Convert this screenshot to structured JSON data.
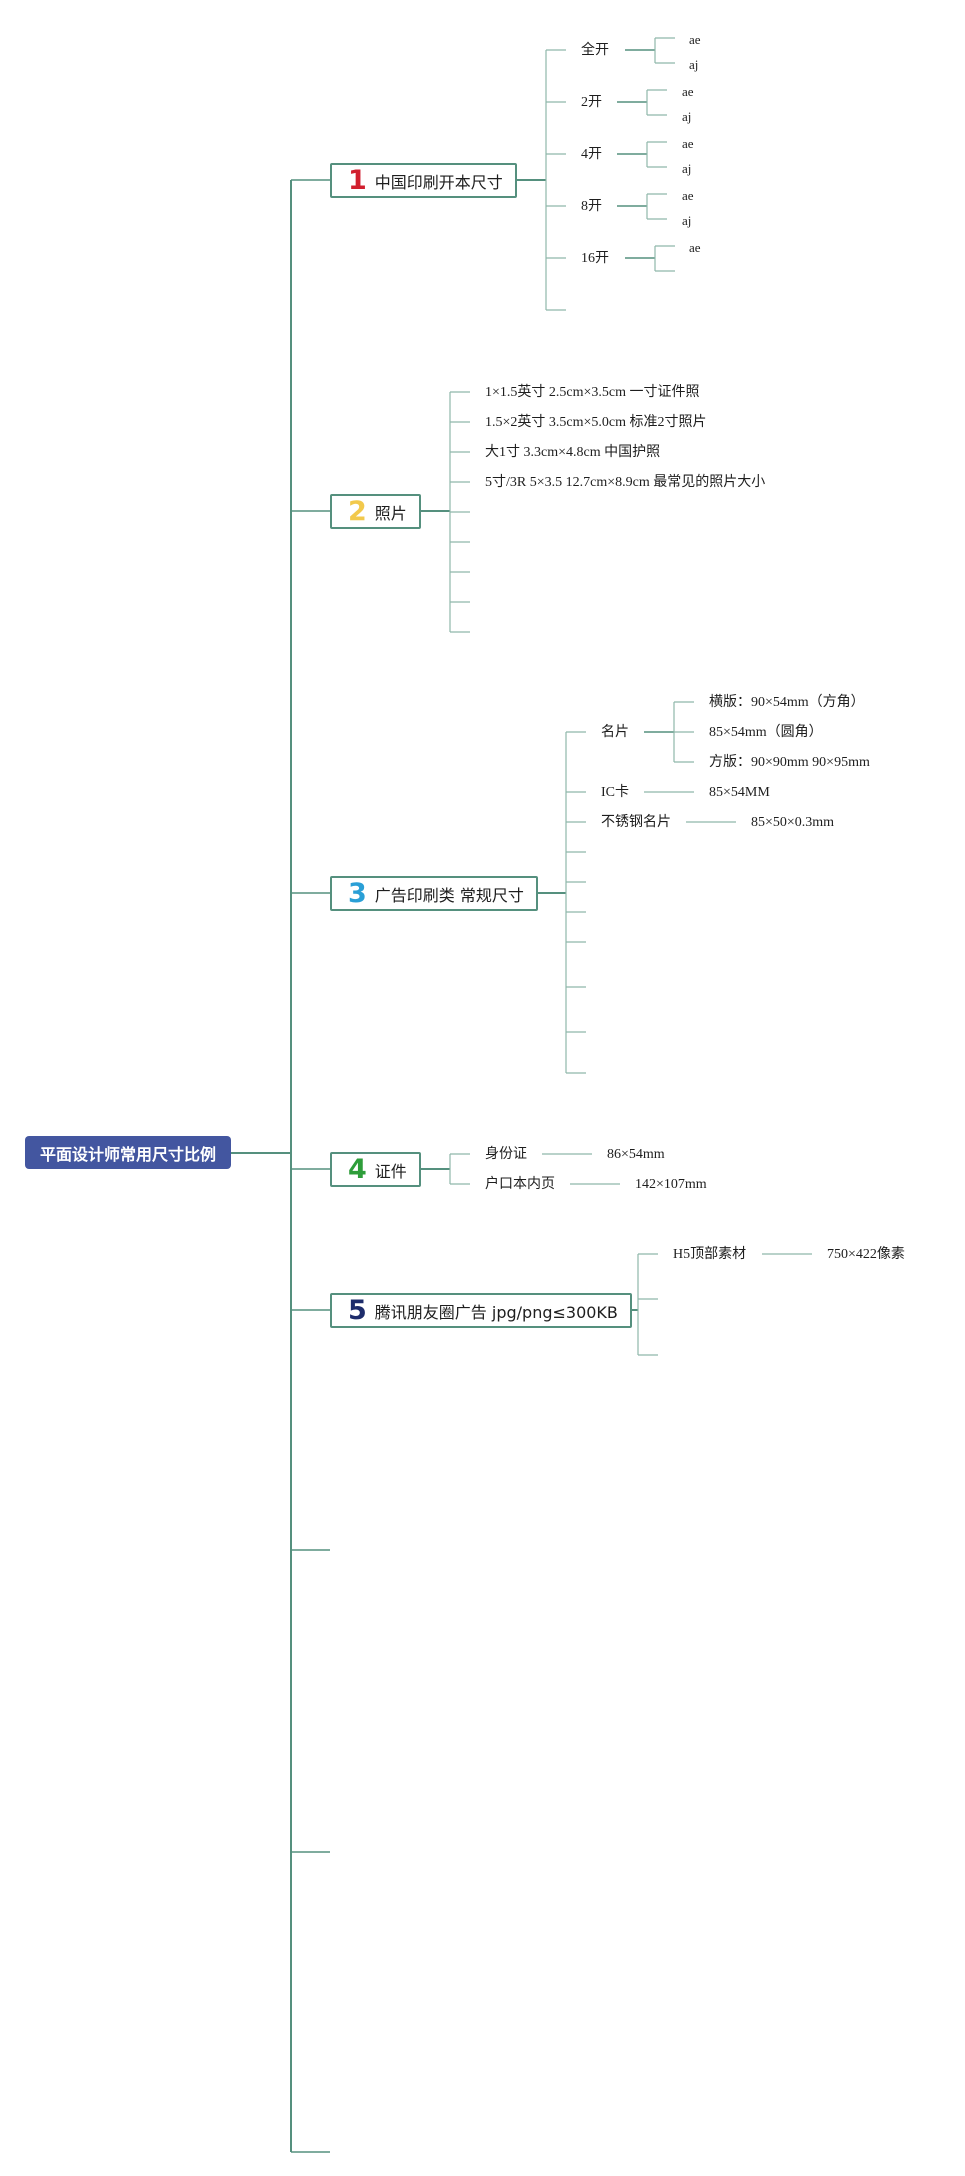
{
  "root": {
    "label": "平面设计师常用尺寸比例"
  },
  "branches": [
    {
      "number": "1",
      "number_color": "#d11f2e",
      "label": "中国印刷开本尺寸",
      "items": [
        {
          "label": "全开",
          "children": [
            "ae",
            "aj"
          ]
        },
        {
          "label": "2开",
          "children": [
            "ae",
            "aj"
          ]
        },
        {
          "label": "4开",
          "children": [
            "ae",
            "aj"
          ]
        },
        {
          "label": "8开",
          "children": [
            "ae",
            "aj"
          ]
        },
        {
          "label": "16开",
          "children": [
            "ae"
          ]
        }
      ]
    },
    {
      "number": "2",
      "number_color": "#f2c94c",
      "label": "照片",
      "items": [
        {
          "label": "1×1.5英寸 2.5cm×3.5cm 一寸证件照"
        },
        {
          "label": "1.5×2英寸 3.5cm×5.0cm 标准2寸照片"
        },
        {
          "label": "大1寸 3.3cm×4.8cm 中国护照"
        },
        {
          "label": "5寸/3R 5×3.5 12.7cm×8.9cm 最常见的照片大小"
        }
      ]
    },
    {
      "number": "3",
      "number_color": "#2a9fd6",
      "label": "广告印刷类 常规尺寸",
      "items": [
        {
          "label": "名片",
          "children": [
            "横版：90×54mm（方角）",
            "85×54mm（圆角）",
            "方版：90×90mm 90×95mm"
          ]
        },
        {
          "label": "IC卡",
          "children": [
            "85×54MM"
          ]
        },
        {
          "label": "不锈钢名片",
          "children": [
            "85×50×0.3mm"
          ]
        }
      ]
    },
    {
      "number": "4",
      "number_color": "#2e9d3a",
      "label": "证件",
      "items": [
        {
          "label": "身份证",
          "children": [
            "86×54mm"
          ]
        },
        {
          "label": "户口本内页",
          "children": [
            "142×107mm"
          ]
        }
      ]
    },
    {
      "number": "5",
      "number_color": "#1d2c6b",
      "label": "腾讯朋友圈广告 jpg/png≤300KB",
      "items": [
        {
          "label": "H5顶部素材",
          "children": [
            "750×422像素"
          ]
        }
      ]
    }
  ],
  "colors": {
    "line": "#55907e",
    "thin_line": "#8fb7aa",
    "root_fill": "#4356a0"
  }
}
